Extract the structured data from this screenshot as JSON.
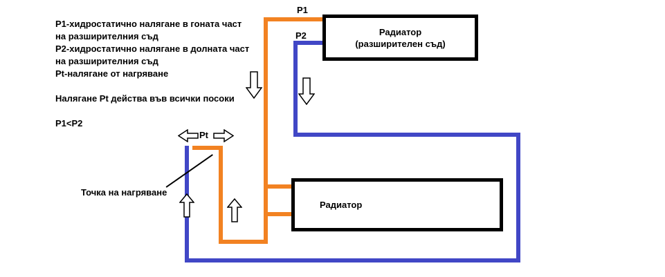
{
  "title": "Heating system hydrostatic pressure diagram",
  "colors": {
    "hot_pipe": "#f28222",
    "cold_pipe": "#4147c6",
    "outline": "#000000",
    "background": "#ffffff"
  },
  "legend": {
    "lines": [
      "Р1-хидростатично налягане в гоната част",
      "на разширителния съд",
      "Р2-хидростатично налягане в долната част",
      "на разширителния съд",
      "Pt-налягане от нагряване"
    ],
    "note": "Налягане Pt действа във всички посоки",
    "relation": "P1<P2"
  },
  "labels": {
    "p1": "P1",
    "p2": "P2",
    "pt": "Pt",
    "heating_point": "Точка на нагряване"
  },
  "components": {
    "expansion_radiator": {
      "name": "Радиатор",
      "subtitle": "(разширителен съд)"
    },
    "radiator": {
      "name": "Радиатор"
    }
  },
  "icons": [
    {
      "name": "hot-column-down-arrow-icon",
      "direction": "down"
    },
    {
      "name": "cold-column-down-arrow-icon",
      "direction": "down"
    },
    {
      "name": "pt-left-arrow-icon",
      "direction": "left"
    },
    {
      "name": "pt-right-arrow-icon",
      "direction": "right"
    },
    {
      "name": "heat-up-arrow-left-icon",
      "direction": "up"
    },
    {
      "name": "heat-up-arrow-right-icon",
      "direction": "up"
    }
  ]
}
